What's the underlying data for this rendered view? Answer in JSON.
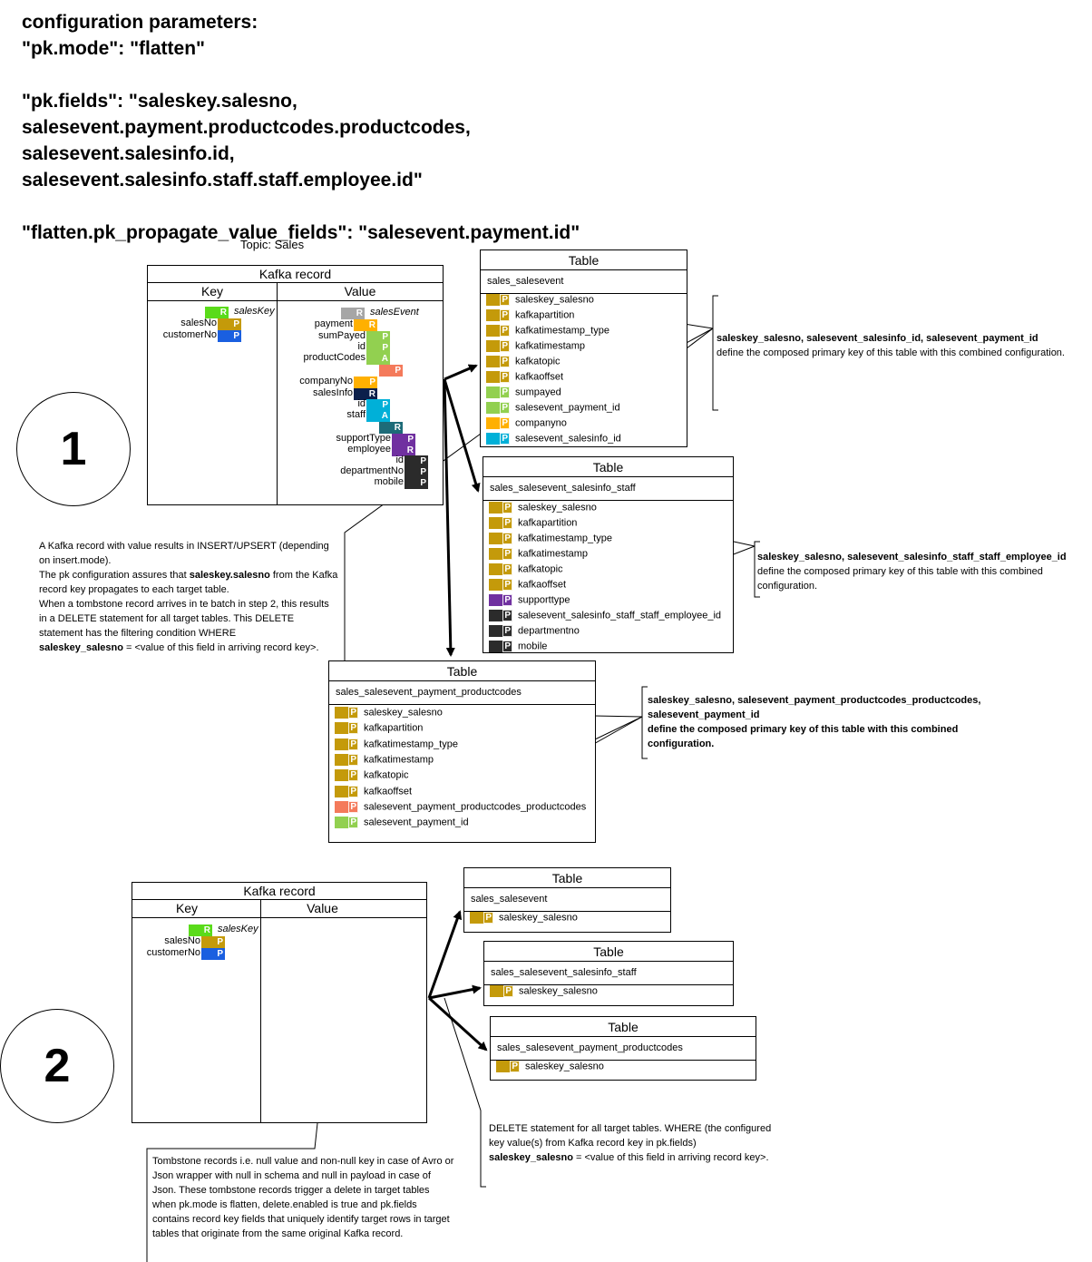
{
  "header": {
    "line1": "configuration parameters:",
    "line2": "\"pk.mode\": \"flatten\"",
    "line3": "\"pk.fields\": \"saleskey.salesno,",
    "line4": "salesevent.payment.productcodes.productcodes,",
    "line5": "salesevent.salesinfo.id,",
    "line6": "salesevent.salesinfo.staff.staff.employee.id\"",
    "line7": "\"flatten.pk_propagate_value_fields\": \"salesevent.payment.id\""
  },
  "topic": "Topic: Sales",
  "colors": {
    "gold": "#c49a0a",
    "green": "#5adb1a",
    "blue": "#1a5fe0",
    "gray": "#a6a6a6",
    "orange": "#ffb000",
    "lightgreen": "#92d050",
    "salmon": "#f47a5b",
    "navy": "#0b1f4b",
    "cyan": "#00b0d8",
    "teal": "#1d6b78",
    "purple": "#7030a0",
    "dark": "#2b2b2b"
  },
  "section1": {
    "step": "1",
    "kafka": {
      "title": "Kafka record",
      "key_label": "Key",
      "value_label": "Value",
      "key_fields": [
        {
          "label": "salesKey",
          "badge": "R",
          "color": "green",
          "italic": true
        },
        {
          "label": "salesNo",
          "badge": "P",
          "color": "gold"
        },
        {
          "label": "customerNo",
          "badge": "P",
          "color": "blue"
        }
      ],
      "value_fields": [
        {
          "label": "salesEvent",
          "badge": "R",
          "color": "gray",
          "italic": true
        },
        {
          "label": "payment",
          "badge": "R",
          "color": "orange"
        },
        {
          "label": "sumPayed",
          "badge": "P",
          "color": "lightgreen"
        },
        {
          "label": "id",
          "badge": "P",
          "color": "lightgreen"
        },
        {
          "label": "productCodes",
          "badge": "A",
          "color": "lightgreen"
        },
        {
          "label": "",
          "badge": "P",
          "color": "salmon"
        },
        {
          "label": "companyNo",
          "badge": "P",
          "color": "orange"
        },
        {
          "label": "salesInfo",
          "badge": "R",
          "color": "navy"
        },
        {
          "label": "id",
          "badge": "P",
          "color": "cyan"
        },
        {
          "label": "staff",
          "badge": "A",
          "color": "cyan"
        },
        {
          "label": "",
          "badge": "R",
          "color": "teal"
        },
        {
          "label": "supportType",
          "badge": "P",
          "color": "purple"
        },
        {
          "label": "employee",
          "badge": "R",
          "color": "purple"
        },
        {
          "label": "id",
          "badge": "P",
          "color": "dark"
        },
        {
          "label": "departmentNo",
          "badge": "P",
          "color": "dark"
        },
        {
          "label": "mobile",
          "badge": "P",
          "color": "dark"
        }
      ]
    },
    "tables": [
      {
        "title": "Table",
        "name": "sales_salesevent",
        "rows": [
          {
            "label": "saleskey_salesno",
            "color": "gold"
          },
          {
            "label": "kafkapartition",
            "color": "gold"
          },
          {
            "label": "kafkatimestamp_type",
            "color": "gold"
          },
          {
            "label": "kafkatimestamp",
            "color": "gold"
          },
          {
            "label": "kafkatopic",
            "color": "gold"
          },
          {
            "label": "kafkaoffset",
            "color": "gold"
          },
          {
            "label": "sumpayed",
            "color": "lightgreen"
          },
          {
            "label": "salesevent_payment_id",
            "color": "lightgreen"
          },
          {
            "label": "companyno",
            "color": "orange"
          },
          {
            "label": "salesevent_salesinfo_id",
            "color": "cyan"
          }
        ]
      },
      {
        "title": "Table",
        "name": "sales_salesevent_salesinfo_staff",
        "rows": [
          {
            "label": "saleskey_salesno",
            "color": "gold"
          },
          {
            "label": "kafkapartition",
            "color": "gold"
          },
          {
            "label": "kafkatimestamp_type",
            "color": "gold"
          },
          {
            "label": "kafkatimestamp",
            "color": "gold"
          },
          {
            "label": "kafkatopic",
            "color": "gold"
          },
          {
            "label": "kafkaoffset",
            "color": "gold"
          },
          {
            "label": "supporttype",
            "color": "purple"
          },
          {
            "label": "salesevent_salesinfo_staff_staff_employee_id",
            "color": "dark"
          },
          {
            "label": "departmentno",
            "color": "dark"
          },
          {
            "label": "mobile",
            "color": "dark"
          }
        ]
      },
      {
        "title": "Table",
        "name": "sales_salesevent_payment_productcodes",
        "rows": [
          {
            "label": "saleskey_salesno",
            "color": "gold"
          },
          {
            "label": "kafkapartition",
            "color": "gold"
          },
          {
            "label": "kafkatimestamp_type",
            "color": "gold"
          },
          {
            "label": "kafkatimestamp",
            "color": "gold"
          },
          {
            "label": "kafkatopic",
            "color": "gold"
          },
          {
            "label": "kafkaoffset",
            "color": "gold"
          },
          {
            "label": "salesevent_payment_productcodes_productcodes",
            "color": "salmon"
          },
          {
            "label": "salesevent_payment_id",
            "color": "lightgreen"
          }
        ]
      }
    ],
    "pk_notes": [
      {
        "bold": "saleskey_salesno, salesevent_salesinfo_id, salesevent_payment_id",
        "text": "define the composed primary key of this table with this combined configuration."
      },
      {
        "bold": "saleskey_salesno, salesevent_salesinfo_staff_staff_employee_id",
        "text": "define the composed primary key of this table with this combined configuration."
      },
      {
        "bold": "saleskey_salesno, salesevent_payment_productcodes_productcodes, salesevent_payment_id",
        "bold2": "define the composed primary key of this table with this combined configuration."
      }
    ],
    "note": {
      "p1": "A Kafka record with value results in INSERT/UPSERT (depending on insert.mode).",
      "p2a": "The pk configuration assures that ",
      "p2b": "saleskey.salesno",
      "p2c": " from the Kafka record key propagates to each target table.",
      "p3": "When a tombstone record arrives in te batch in step 2, this results in a DELETE statement for all target tables. This DELETE statement has the filtering condition WHERE",
      "p4a": "saleskey_salesno",
      "p4b": " = <value of this field in arriving record key>."
    }
  },
  "section2": {
    "step": "2",
    "kafka": {
      "title": "Kafka record",
      "key_label": "Key",
      "value_label": "Value",
      "key_fields": [
        {
          "label": "salesKey",
          "badge": "R",
          "color": "green",
          "italic": true
        },
        {
          "label": "salesNo",
          "badge": "P",
          "color": "gold"
        },
        {
          "label": "customerNo",
          "badge": "P",
          "color": "blue"
        }
      ]
    },
    "tables": [
      {
        "title": "Table",
        "name": "sales_salesevent",
        "row": "saleskey_salesno"
      },
      {
        "title": "Table",
        "name": "sales_salesevent_salesinfo_staff",
        "row": "saleskey_salesno"
      },
      {
        "title": "Table",
        "name": "sales_salesevent_payment_productcodes",
        "row": "saleskey_salesno"
      }
    ],
    "tombstone_note": "Tombstone records i.e. null value and non-null key in case of Avro or Json wrapper with null in schema and null in payload in case of Json. These tombstone records trigger a delete in target tables when pk.mode is flatten, delete.enabled is true and pk.fields contains record key fields that uniquely identify target rows in target tables that originate from the same original Kafka record.",
    "delete_note": {
      "a": "DELETE statement for all target tables. WHERE (the configured key value(s) from Kafka record key in pk.fields)",
      "b": "saleskey_salesno",
      "c": " = <value of this field in arriving record key>."
    }
  }
}
